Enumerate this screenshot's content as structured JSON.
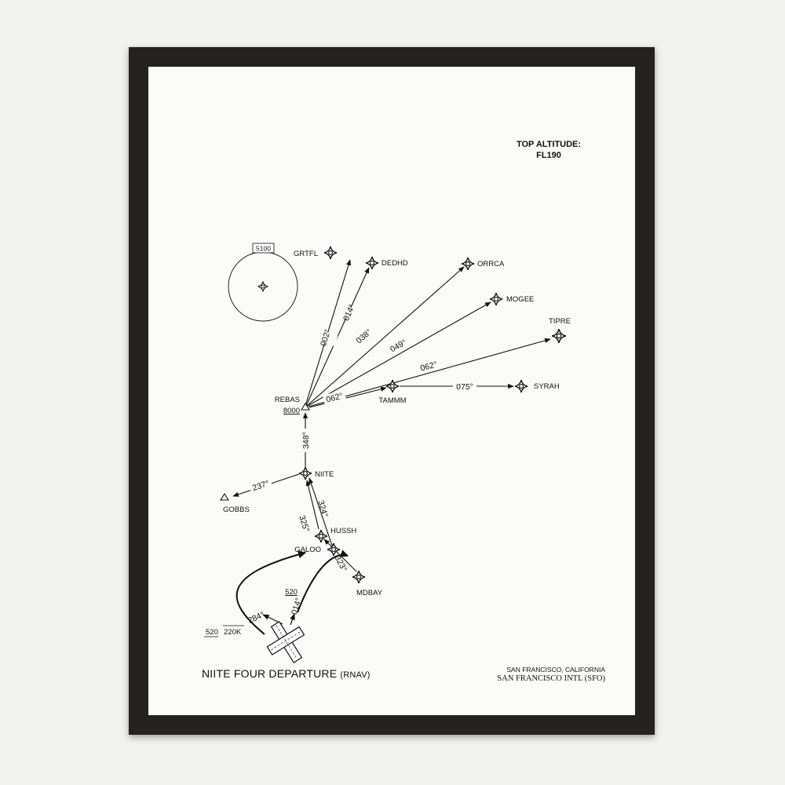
{
  "top_altitude": {
    "label": "TOP ALTITUDE:",
    "value": "FL190"
  },
  "title": {
    "name": "NIITE FOUR DEPARTURE",
    "suffix": "(RNAV)"
  },
  "location": {
    "city": "SAN FRANCISCO, CALIFORNIA",
    "airport": "SAN FRANCISCO INTL",
    "code": "(SFO)"
  },
  "msa_circle": {
    "altitude": "5100"
  },
  "waypoints": {
    "grtfl": "GRTFL",
    "dedhd": "DEDHD",
    "orrca": "ORRCA",
    "mogee": "MOGEE",
    "tipre": "TIPRE",
    "syrah": "SYRAH",
    "tammm": "TAMMM",
    "rebas": "REBAS",
    "niite": "NIITE",
    "gobbs": "GOBBS",
    "hussh": "HUSSH",
    "galoo": "GALOO",
    "mdbay": "MDBAY"
  },
  "altitudes": {
    "rebas": "8000",
    "mdbay": "520",
    "runway": "520",
    "speed": "220K"
  },
  "courses": {
    "rebas_grtfl": "002°",
    "rebas_dedhd": "014°",
    "rebas_orrca": "038°",
    "rebas_mogee": "049°",
    "rebas_tipre": "062°",
    "rebas_tammm": "062°",
    "tammm_syrah": "075°",
    "niite_rebas": "348°",
    "niite_gobbs": "237°",
    "hussh_niite": "324°",
    "galoo_niite": "325°",
    "mdbay_hussh": "323°",
    "runway_west": "284°",
    "runway_north": "014°"
  },
  "colors": {
    "ink": "#111111",
    "paper": "#fbfbf9",
    "frame": "#242322",
    "wall": "#f1f1f0"
  }
}
